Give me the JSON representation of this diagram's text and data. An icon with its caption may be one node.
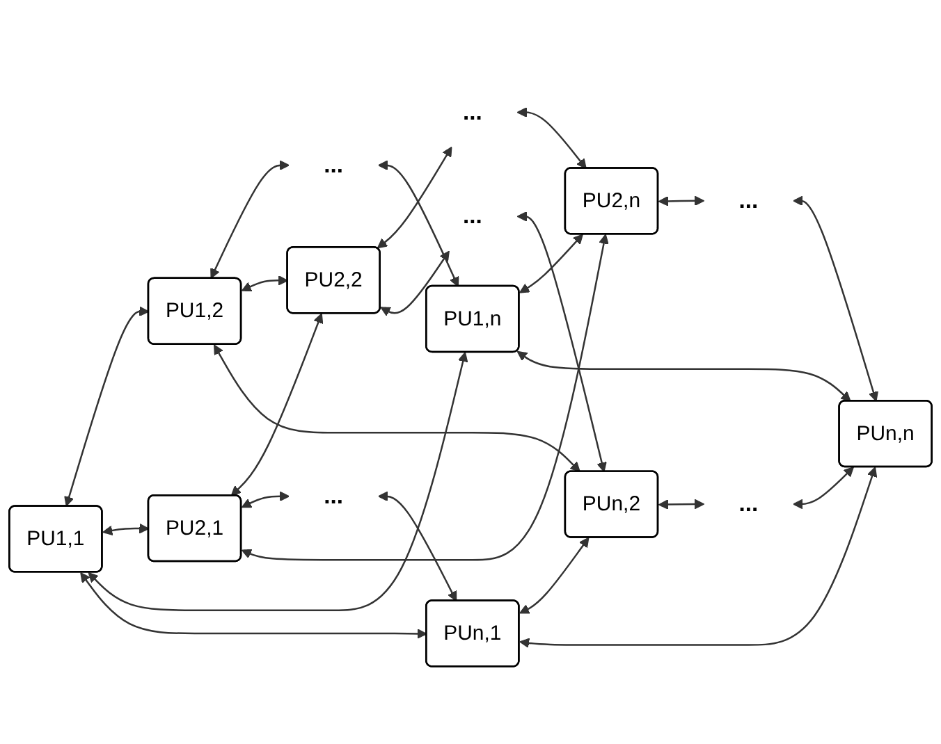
{
  "diagram": {
    "nodes": [
      {
        "text": [
          "PU1,1"
        ]
      },
      {
        "text": [
          "PU1,2"
        ]
      },
      {
        "text": [
          "..."
        ]
      },
      {
        "text": [
          "PU1,n"
        ]
      },
      {
        "text": [
          "PU2,1"
        ]
      },
      {
        "text": [
          "PU2,2"
        ]
      },
      {
        "text": [
          "..."
        ]
      },
      {
        "text": [
          "PU2,n"
        ]
      },
      {
        "text": [
          "..."
        ]
      },
      {
        "text": [
          "..."
        ]
      },
      {
        "text": [
          "..."
        ]
      },
      {
        "text": [
          "PUn,1"
        ]
      },
      {
        "text": [
          "PUn,2"
        ]
      },
      {
        "text": [
          "..."
        ]
      },
      {
        "text": [
          "PUn,n"
        ]
      }
    ],
    "edges": [
      {
        "from": 0,
        "to": 1,
        "arrow": "both"
      },
      {
        "from": 1,
        "to": 2,
        "arrow": "both"
      },
      {
        "from": 2,
        "to": 3,
        "arrow": "both"
      },
      {
        "from": 4,
        "to": 5,
        "arrow": "both"
      },
      {
        "from": 5,
        "to": 6,
        "arrow": "both"
      },
      {
        "from": 6,
        "to": 7,
        "arrow": "both"
      },
      {
        "from": 11,
        "to": 12,
        "arrow": "both"
      },
      {
        "from": 12,
        "to": 13,
        "arrow": "both"
      },
      {
        "from": 13,
        "to": 14,
        "arrow": "both"
      },
      {
        "from": 0,
        "to": 4,
        "arrow": "both"
      },
      {
        "from": 4,
        "to": 8,
        "arrow": "both"
      },
      {
        "from": 8,
        "to": 11,
        "arrow": "both"
      },
      {
        "from": 1,
        "to": 5,
        "arrow": "both"
      },
      {
        "from": 5,
        "to": 9,
        "arrow": "both"
      },
      {
        "from": 9,
        "to": 12,
        "arrow": "both"
      },
      {
        "from": 3,
        "to": 7,
        "arrow": "both"
      },
      {
        "from": 7,
        "to": 10,
        "arrow": "both"
      },
      {
        "from": 10,
        "to": 14,
        "arrow": "both"
      },
      {
        "from": 0,
        "to": 3,
        "arrow": "both"
      },
      {
        "from": 0,
        "to": 11,
        "arrow": "both"
      },
      {
        "from": 1,
        "to": 12,
        "arrow": "both"
      },
      {
        "from": 3,
        "to": 14,
        "arrow": "both"
      },
      {
        "from": 4,
        "to": 7,
        "arrow": "both"
      },
      {
        "from": 11,
        "to": 14,
        "arrow": "both"
      }
    ]
  }
}
